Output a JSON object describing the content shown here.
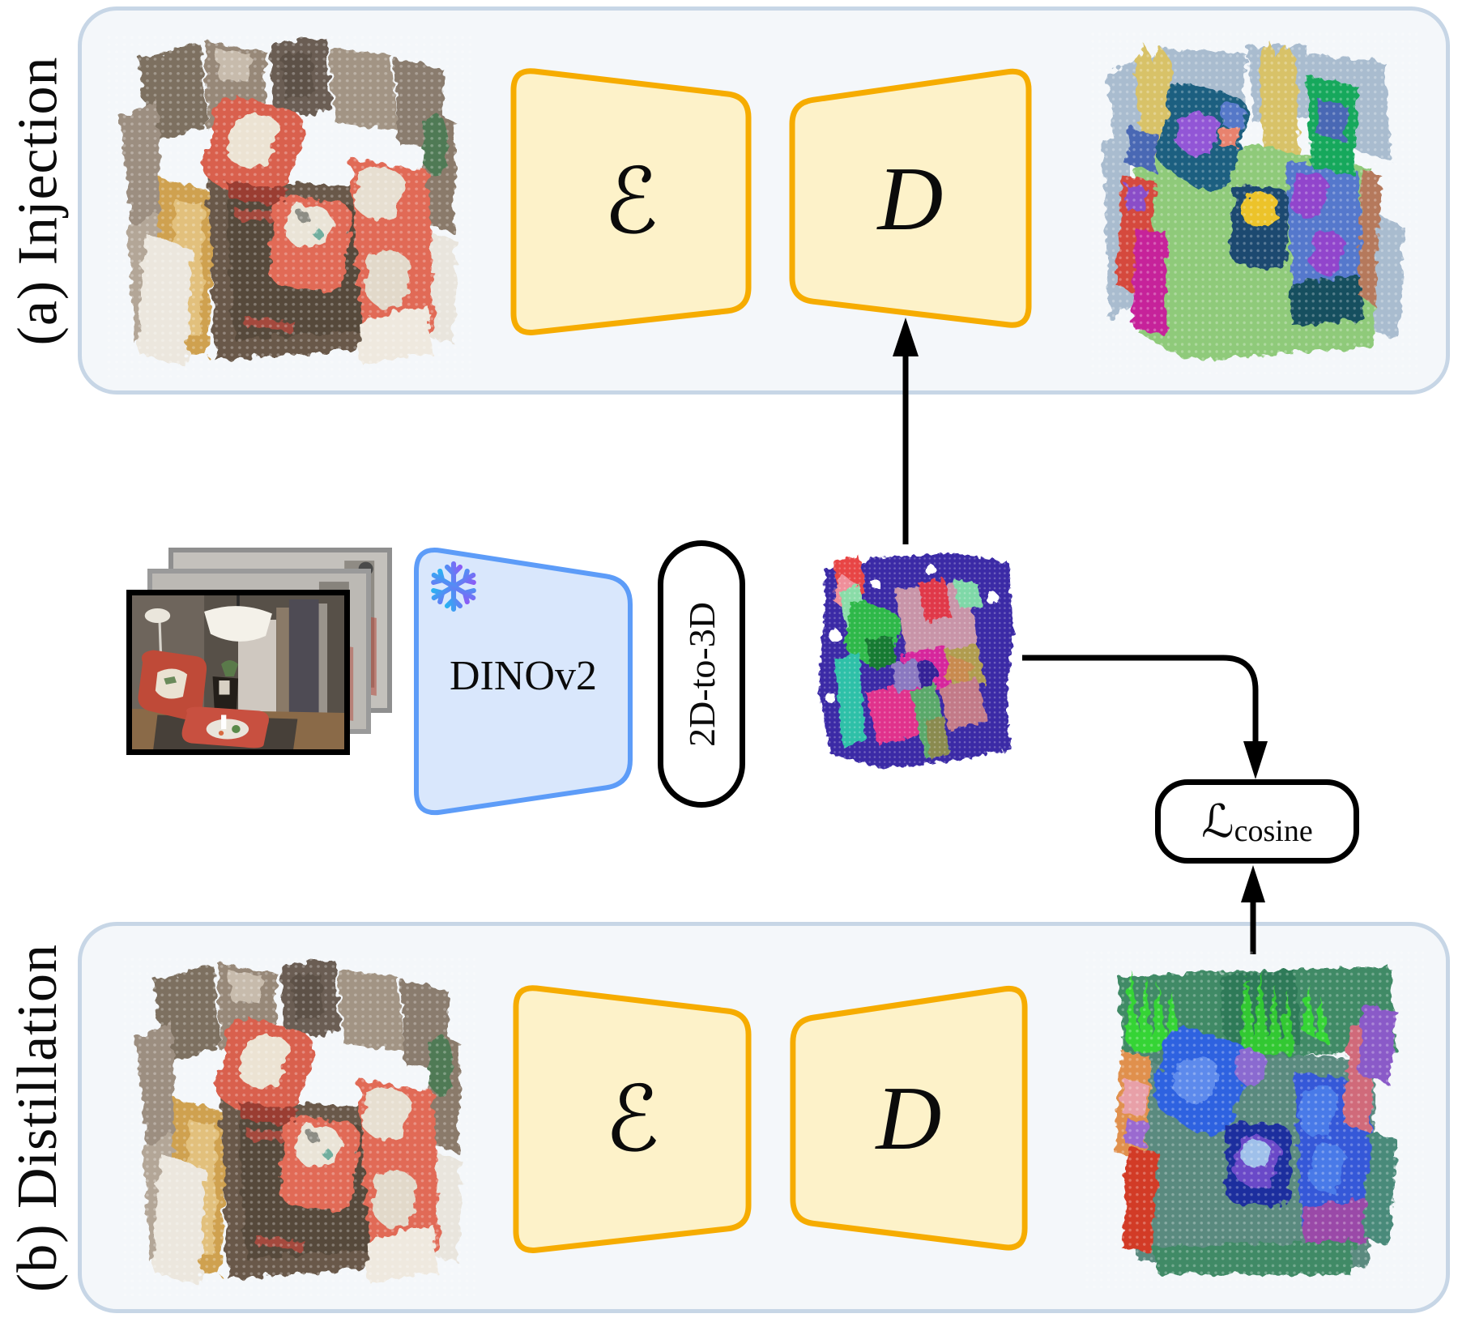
{
  "figure_type": "model-architecture-diagram",
  "panels": {
    "a": {
      "label": "(a) Injection"
    },
    "b": {
      "label": "(b) Distillation"
    }
  },
  "blocks": {
    "encoder_label": "ℰ",
    "decoder_label": "D",
    "dino_label": "DINOv2",
    "dino_frozen_icon": "snowflake-icon",
    "projection_label": "2D-to-3D",
    "loss_label": "ℒ",
    "loss_subscript": "cosine"
  },
  "clouds": {
    "a_input": "rgb-room-pointcloud",
    "a_output": "semantic-segmentation-pointcloud",
    "b_input": "rgb-room-pointcloud",
    "b_output": "distilled-feature-pointcloud",
    "middle_features": "2d-to-3d-lifted-dino-feature-pointcloud",
    "rgb_frames": "posed-rgb-image-stack"
  },
  "colors": {
    "panel_fill": "#f4f7fa",
    "panel_border": "#c7d6e6",
    "autoencoder_fill": "#fdf2c9",
    "autoencoder_border": "#f6ac00",
    "dino_fill": "#d9e7fc",
    "dino_border": "#5d9cf8",
    "arrow": "#000000",
    "snowflake_gradient_from": "#29b2f2",
    "snowflake_gradient_to": "#8b5cf6"
  }
}
